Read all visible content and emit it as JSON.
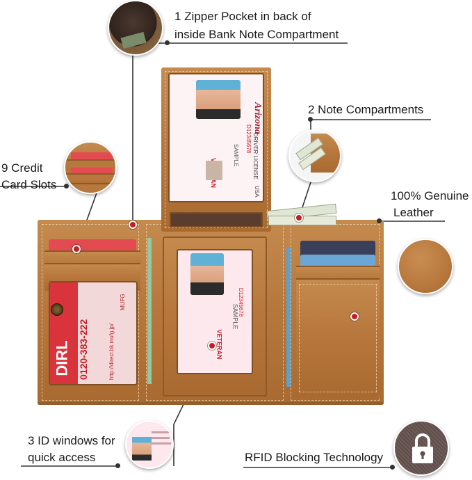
{
  "callouts": {
    "zipper_pocket": [
      "1 Zipper Pocket in back of",
      "inside Bank Note Compartment"
    ],
    "note_compartments": [
      "2 Note Compartments"
    ],
    "credit_slots": [
      "9 Credit",
      "Card Slots"
    ],
    "genuine_leather": [
      "100% Genuine",
      "Leather"
    ],
    "id_windows": [
      "3 ID windows for",
      "quick access"
    ],
    "rfid": [
      "RFID Blocking Technology"
    ]
  },
  "id_card": {
    "state": "Arizona",
    "type": "DRIVER LICENSE",
    "country": "USA",
    "name": "SAMPLE",
    "number": "D12345678",
    "badge": "VETERAN"
  },
  "japanese_card": {
    "brand": "DIRL",
    "phone": "0120-383-222",
    "url": "http://direct.bk.mufg.jp/",
    "bank": "MUFG"
  },
  "colors": {
    "leather": "#b8783d",
    "marker": "#c41e1e",
    "line": "#333333"
  }
}
